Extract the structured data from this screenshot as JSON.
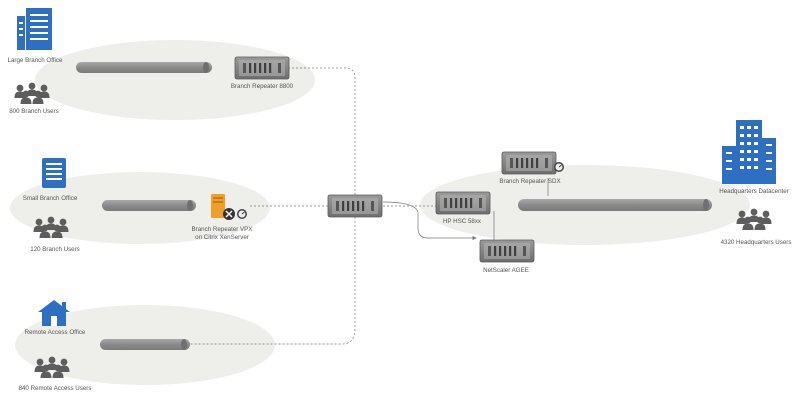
{
  "colors": {
    "background": "#ffffff",
    "site_ellipse": "#eeeeea",
    "pipe": "#8a8a8a",
    "pipe_highlight": "#a8a8a8",
    "link": "#777777",
    "appliance": "#7a7a7a",
    "appliance_face": "#9a9a9a",
    "building": "#2f6fc2",
    "people": "#5d5d5d",
    "vpx_server": "#f0a02a"
  },
  "sites": {
    "large_branch": {
      "office_label": "Large Branch Office",
      "users_label": "800 Branch Users",
      "icon": "office-building-icon"
    },
    "small_branch": {
      "office_label": "Small Branch Office",
      "users_label": "120 Branch Users",
      "icon": "small-office-icon"
    },
    "remote_access": {
      "office_label": "Remote Access Office",
      "users_label": "840 Remote Access Users",
      "icon": "house-icon"
    },
    "headquarters": {
      "office_label": "Headquarters Datacenter",
      "users_label": "4320 Headquarters Users",
      "icon": "datacenter-buildings-icon"
    }
  },
  "appliances": {
    "branch_repeater_8800": {
      "label": "Branch Repeater 8800"
    },
    "branch_repeater_vpx": {
      "label_line1": "Branch Repeater VPX",
      "label_line2": "on Citrix XenServer"
    },
    "branch_repeater_sdx": {
      "label": "Branch Repeater SDX"
    },
    "hp_hsc": {
      "label": "HP HSC 58xx"
    },
    "netscaler": {
      "label": "NetScaler AGEE"
    }
  }
}
